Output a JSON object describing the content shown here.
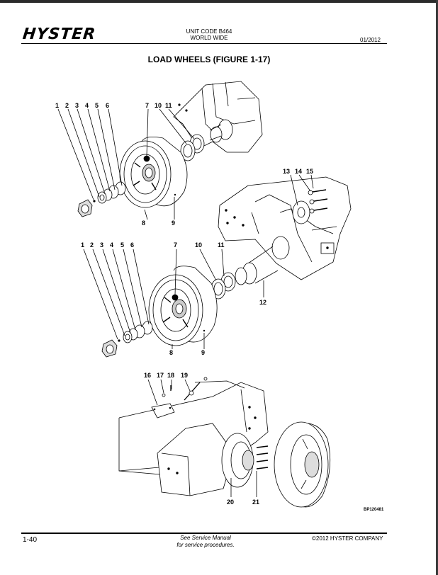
{
  "header": {
    "logo": "HYSTER",
    "unit_code": "UNIT CODE B464",
    "region": "WORLD WIDE",
    "date": "01/2012"
  },
  "title": "LOAD WHEELS (FIGURE 1-17)",
  "figure": {
    "ref": "BP120481",
    "callouts_top": [
      "1",
      "2",
      "3",
      "4",
      "5",
      "6",
      "7",
      "10",
      "11",
      "8",
      "9"
    ],
    "callouts_mid": [
      "13",
      "14",
      "15",
      "1",
      "2",
      "3",
      "4",
      "5",
      "6",
      "7",
      "10",
      "11",
      "12",
      "8",
      "9"
    ],
    "callouts_bottom": [
      "16",
      "17",
      "18",
      "19",
      "20",
      "21"
    ]
  },
  "footer": {
    "page": "1-40",
    "note_line1": "See Service Manual",
    "note_line2": "for service procedures.",
    "copyright": "©2012 HYSTER COMPANY"
  }
}
